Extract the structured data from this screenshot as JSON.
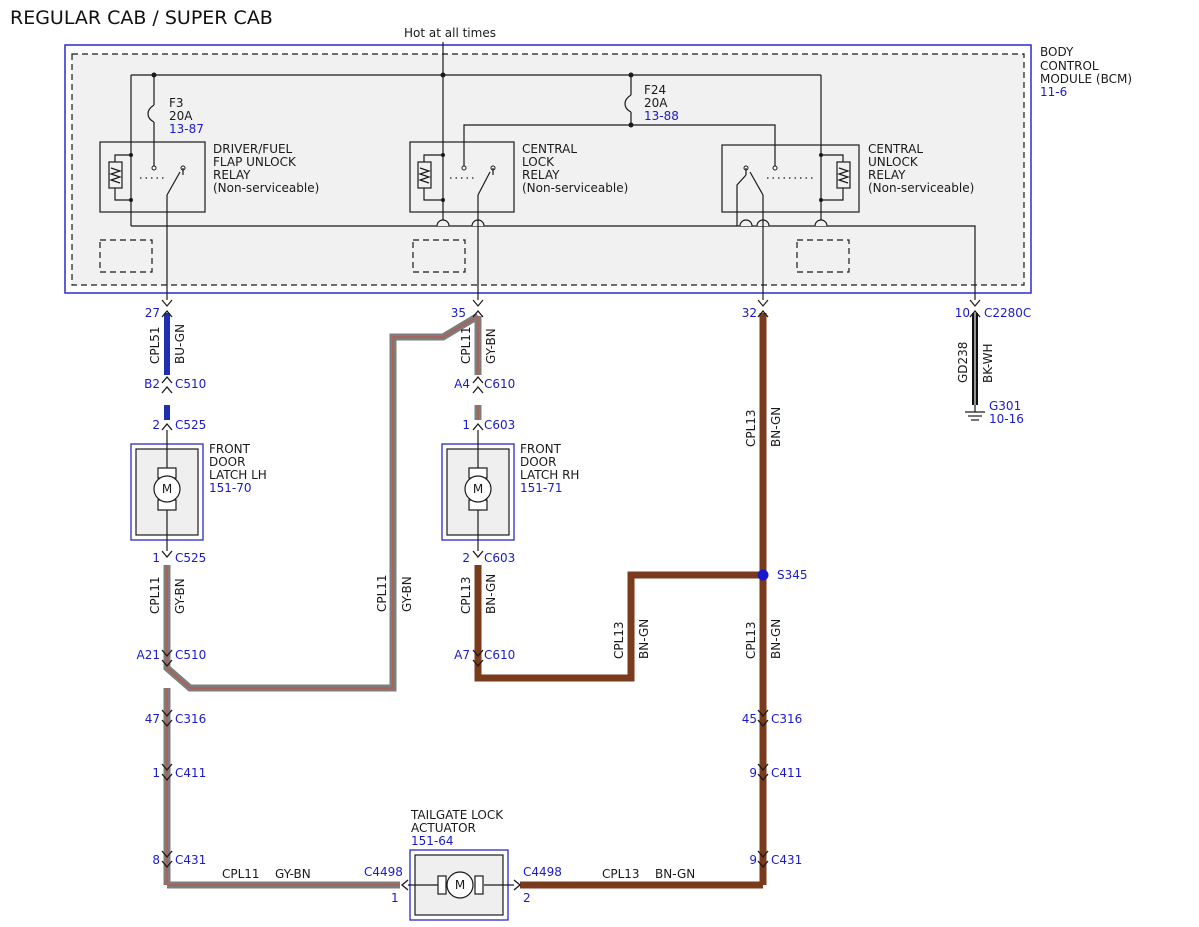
{
  "title": "REGULAR CAB / SUPER CAB",
  "hot_label": "Hot at all times",
  "bcm": {
    "line1": "BODY",
    "line2": "CONTROL",
    "line3": "MODULE (BCM)",
    "ref": "11-6"
  },
  "fuses": [
    {
      "id": "F3",
      "rating": "20A",
      "ref": "13-87"
    },
    {
      "id": "F24",
      "rating": "20A",
      "ref": "13-88"
    }
  ],
  "relays": [
    {
      "l1": "DRIVER/FUEL",
      "l2": "FLAP UNLOCK",
      "l3": "RELAY",
      "l4": "(Non-serviceable)"
    },
    {
      "l1": "CENTRAL",
      "l2": "LOCK",
      "l3": "RELAY",
      "l4": "(Non-serviceable)"
    },
    {
      "l1": "CENTRAL",
      "l2": "UNLOCK",
      "l3": "RELAY",
      "l4": "(Non-serviceable)"
    }
  ],
  "components": {
    "latch_lh": {
      "l1": "FRONT",
      "l2": "DOOR",
      "l3": "LATCH LH",
      "ref": "151-70",
      "symbol": "M"
    },
    "latch_rh": {
      "l1": "FRONT",
      "l2": "DOOR",
      "l3": "LATCH RH",
      "ref": "151-71",
      "symbol": "M"
    },
    "tailgate": {
      "l1": "TAILGATE LOCK",
      "l2": "ACTUATOR",
      "ref": "151-64",
      "symbol": "M"
    }
  },
  "ground": {
    "id": "G301",
    "ref": "10-16"
  },
  "splice": "S345",
  "wires": {
    "cpl51": "CPL51",
    "bu_gn": "BU-GN",
    "cpl11": "CPL11",
    "gy_bn": "GY-BN",
    "cpl13": "CPL13",
    "bn_gn": "BN-GN",
    "gd238": "GD238",
    "bk_wh": "BK-WH"
  },
  "pins": {
    "p27": "27",
    "pB2": "B2",
    "p2a": "2",
    "p1a": "1",
    "pA21": "A21",
    "p47": "47",
    "p1b": "1",
    "p8": "8",
    "p35": "35",
    "pA4": "A4",
    "p1c": "1",
    "p2b": "2",
    "pA7": "A7",
    "p32": "32",
    "p45": "45",
    "p9a": "9",
    "p9b": "9",
    "p10": "10",
    "pt1": "1",
    "pt2": "2"
  },
  "connectors": {
    "c510a": "C510",
    "c525a": "C525",
    "c525b": "C525",
    "c510b": "C510",
    "c316a": "C316",
    "c411a": "C411",
    "c431a": "C431",
    "c610a": "C610",
    "c603a": "C603",
    "c603b": "C603",
    "c610b": "C610",
    "c316b": "C316",
    "c411b": "C411",
    "c431b": "C431",
    "c2280c": "C2280C",
    "c4498a": "C4498",
    "c4498b": "C4498"
  }
}
